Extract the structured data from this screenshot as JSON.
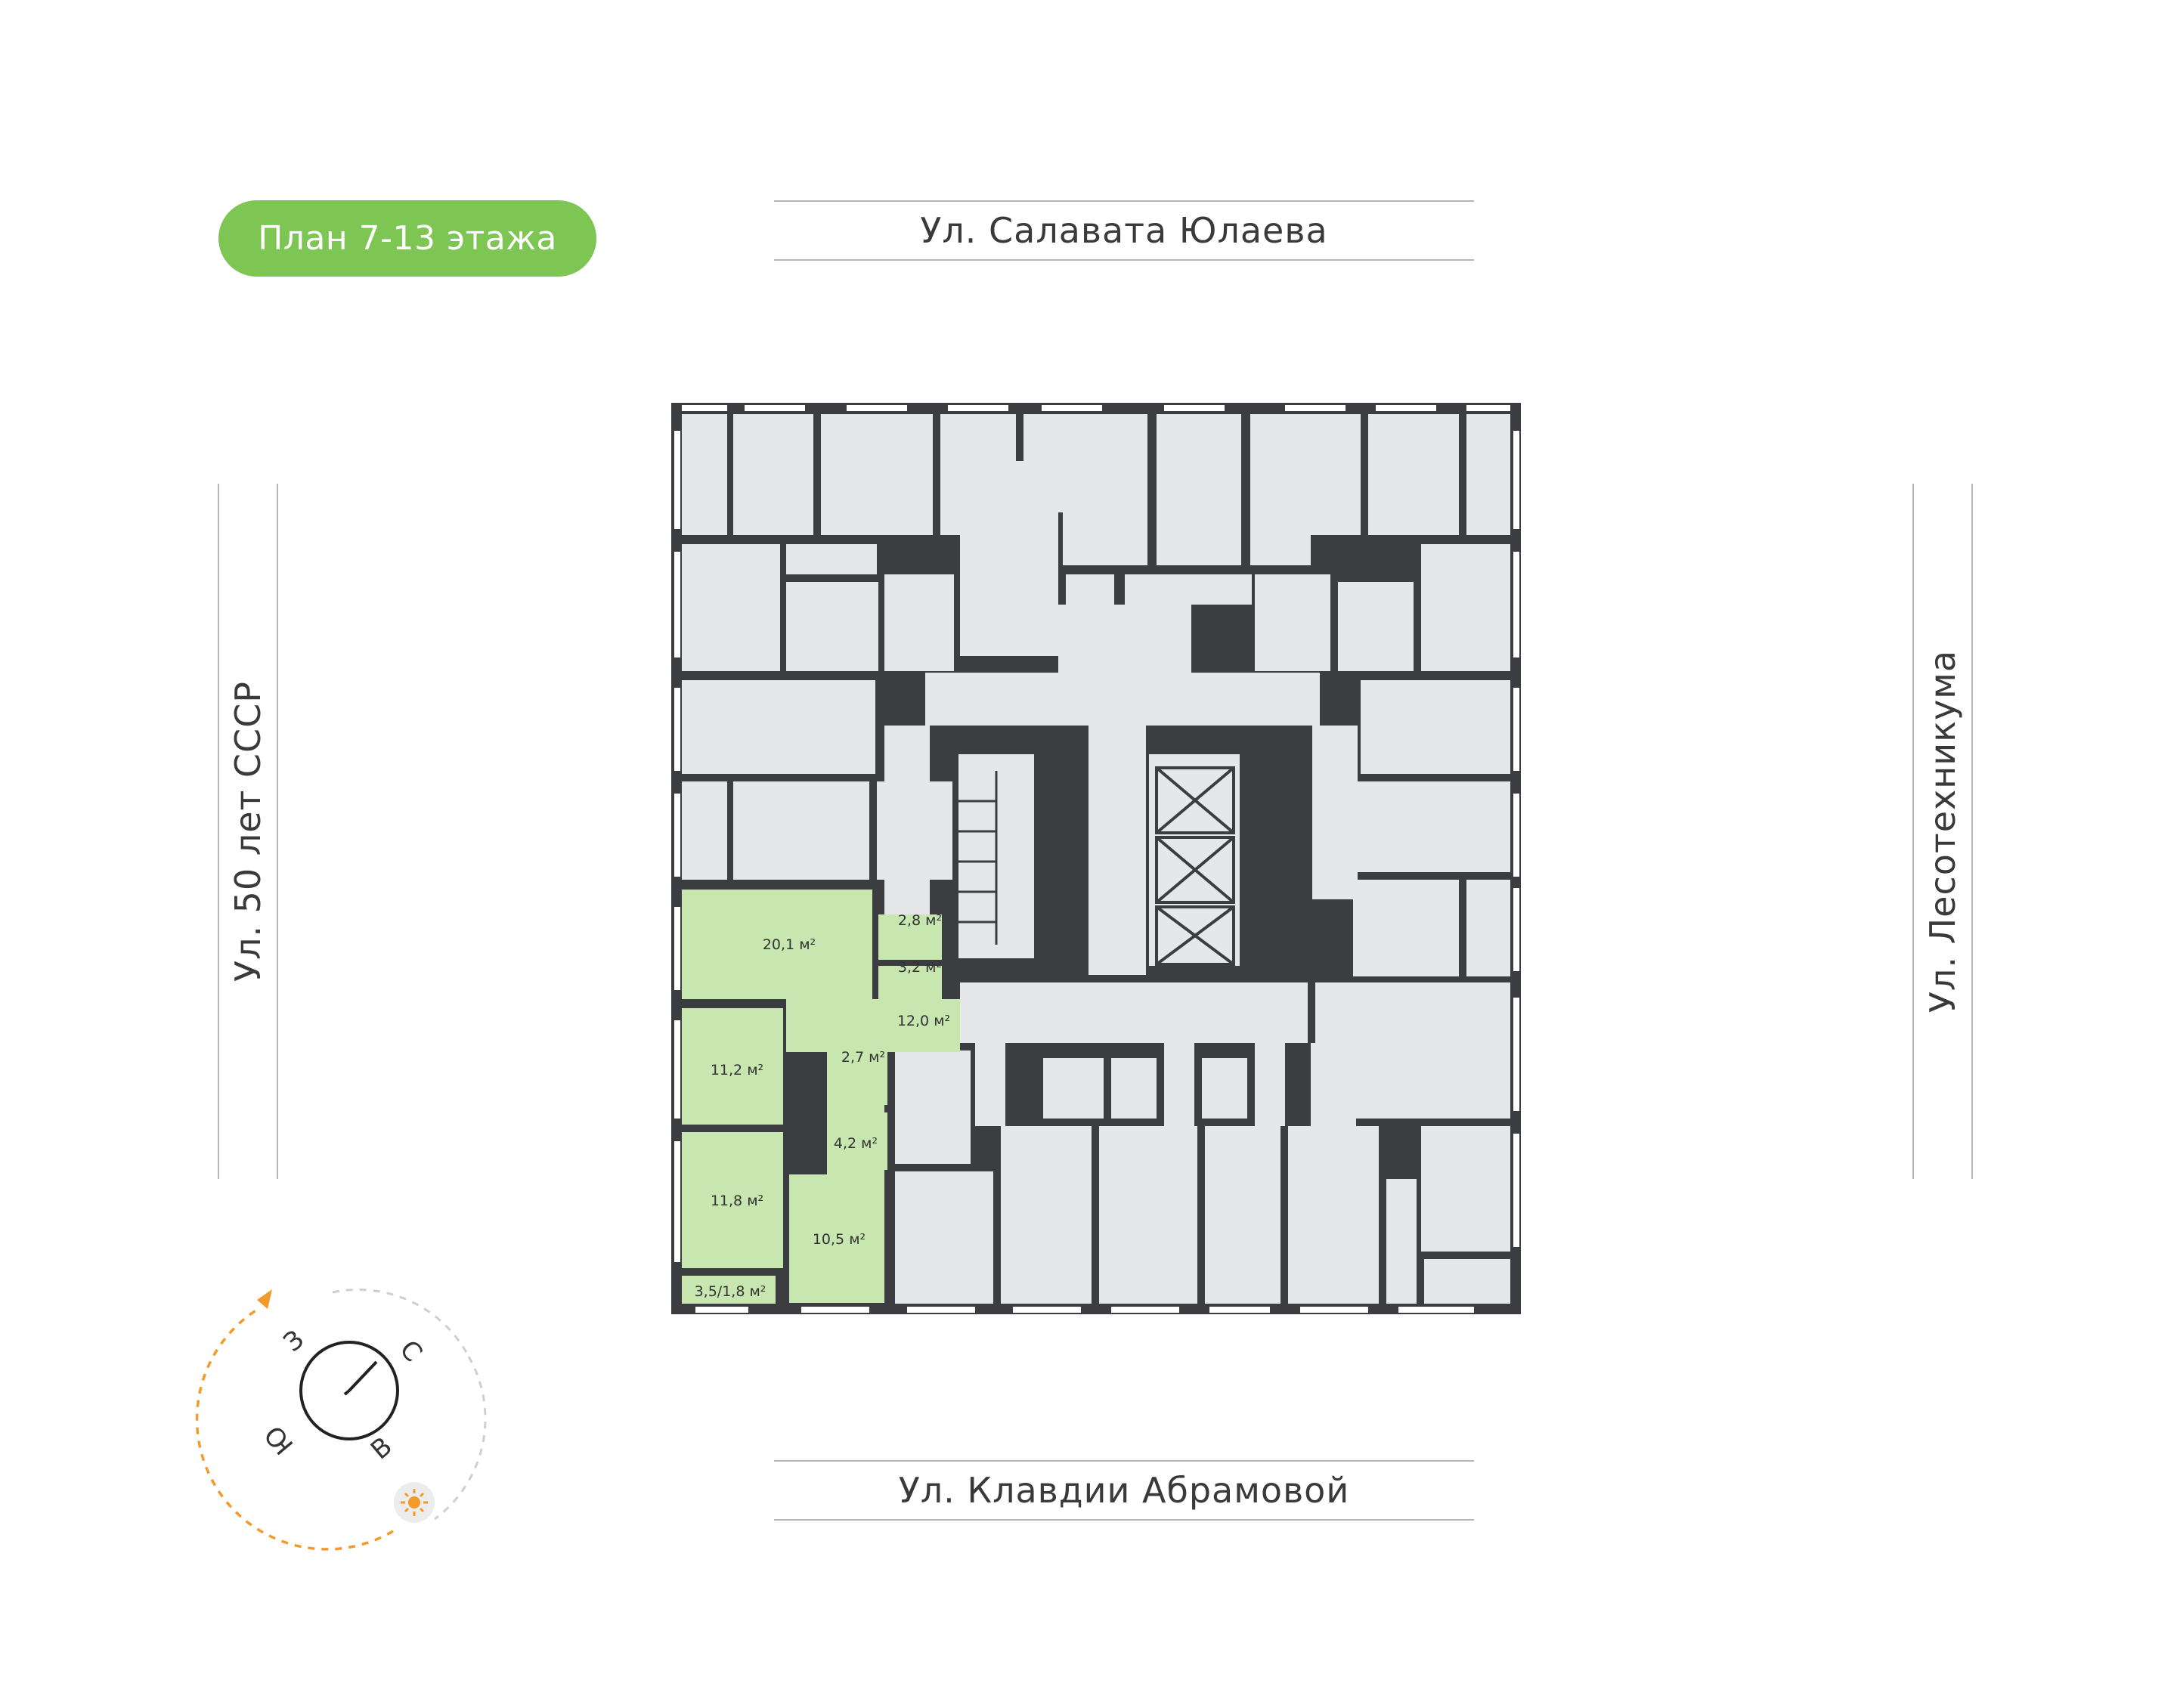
{
  "floor_badge": "План 7-13 этажа",
  "streets": {
    "top": "Ул. Салавата Юлаева",
    "bottom": "Ул. Клавдии Абрамовой",
    "left": "Ул. 50 лет СССР",
    "right": "Ул. Лесотехникума"
  },
  "compass": {
    "west": "З",
    "north": "С",
    "south": "Ю",
    "east": "В"
  },
  "apartment_areas": {
    "living": "20,1 м²",
    "storage": "2,8 м²",
    "wardrobe": "3,2 м²",
    "hall": "12,0 м²",
    "bath_small": "2,7 м²",
    "bedroom_1": "11,2 м²",
    "bath_large": "4,2 м²",
    "bedroom_2": "11,8 м²",
    "bedroom_3": "10,5 м²",
    "balcony": "3,5/1,8 м²"
  },
  "colors": {
    "accent": "#7dc653",
    "highlight": "#c8e6b0",
    "room": "#e6e7e8",
    "wall": "#3c3d40",
    "sun_path": "#f39a2b",
    "guide_line": "#b5b5b5"
  }
}
